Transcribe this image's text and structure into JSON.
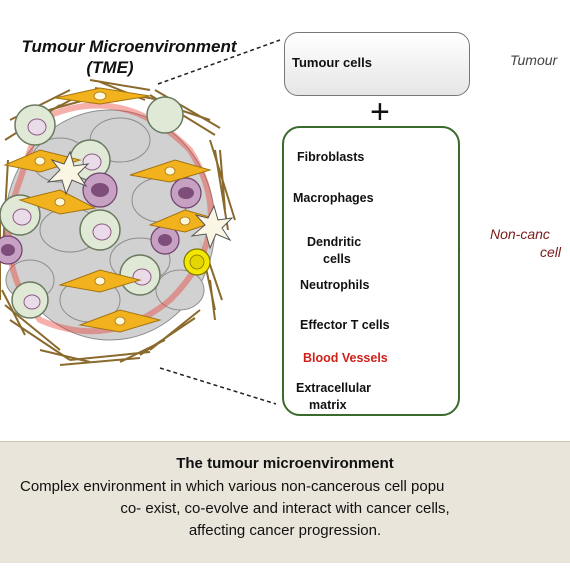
{
  "diagram": {
    "title_line1": "Tumour Microenvironment",
    "title_line2": "(TME)",
    "tumour_cells_label": "Tumour cells",
    "plus_sign": "+",
    "right_label_tumour": "Tumour",
    "right_label_noncancerous_line1": "Non-canc",
    "right_label_noncancerous_line2": "cell",
    "components": [
      {
        "label": "Fibroblasts",
        "icon": "fibroblast-icon"
      },
      {
        "label": "Macrophages",
        "icon": "macrophage-icon"
      },
      {
        "label_line1": "Dendritic",
        "label_line2": "cells",
        "icon": "dendritic-cell-icon"
      },
      {
        "label": "Neutrophils",
        "icon": "neutrophil-icon"
      },
      {
        "label": "Effector T cells",
        "icon": "t-cell-icon"
      },
      {
        "label": "Blood Vessels",
        "icon": "blood-vessel-icon"
      },
      {
        "label_line1": "Extracellular",
        "label_line2": "matrix",
        "icon": "ecm-fibers-icon"
      }
    ]
  },
  "caption": {
    "title": "The tumour microenvironment",
    "line1": "Complex environment in which various non-cancerous cell popu",
    "line2": "co- exist, co-evolve and interact with cancer cells,",
    "line3": "affecting cancer progression."
  },
  "colors": {
    "fibroblast": "#f2b21e",
    "macrophage": "#dfe9d6",
    "neutrophil": "#8f5a86",
    "t_cell": "#f3e600",
    "blood_vessel": "#e8362a",
    "ecm": "#8a6a2d",
    "box_border": "#3a6b2c",
    "caption_bg": "#e9e5db",
    "noncancerous_text": "#7a1b1b"
  }
}
